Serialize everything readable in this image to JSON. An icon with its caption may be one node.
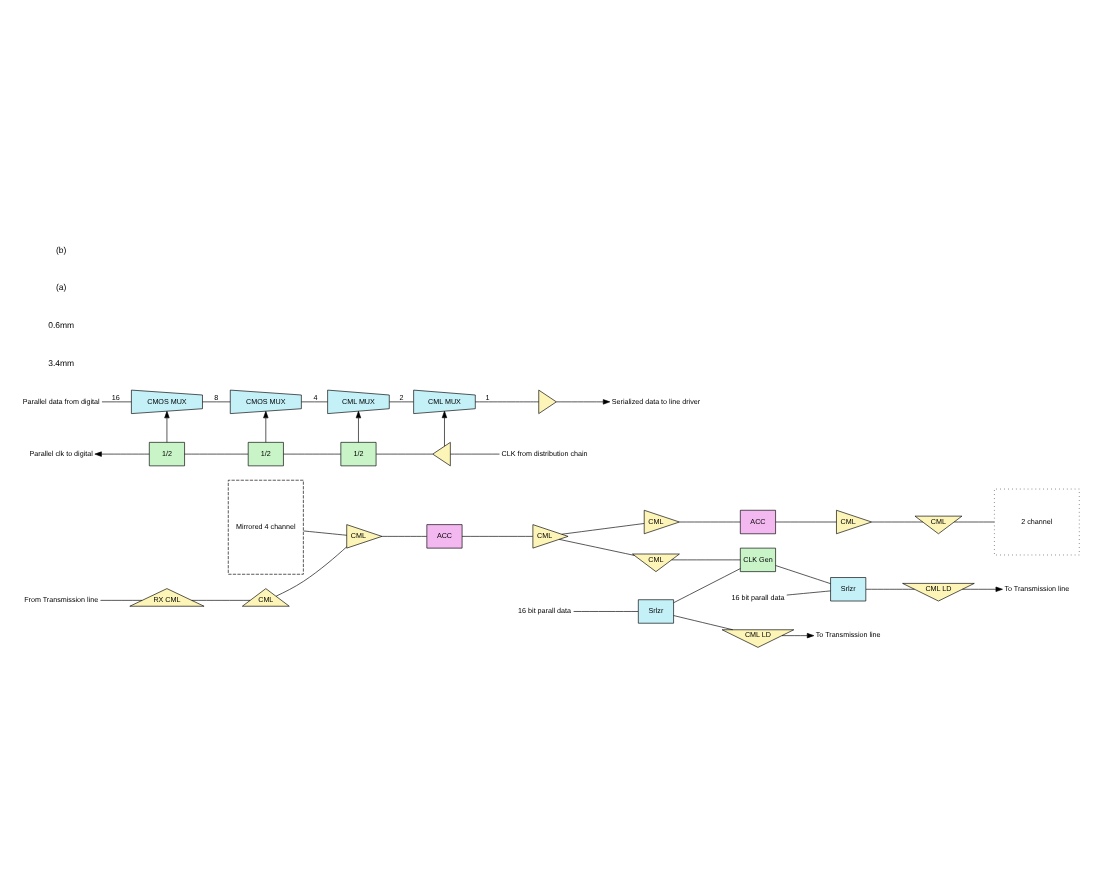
{
  "diagram": {
    "nodes": [
      {
        "text": [
          "Mirrored 4 channel"
        ]
      },
      {
        "text": [
          "CML"
        ]
      },
      {
        "text": [
          "ACC"
        ]
      },
      {
        "text": [
          "CML"
        ]
      },
      {
        "text": [
          "CML"
        ]
      },
      {
        "text": [
          "ACC"
        ]
      },
      {
        "text": [
          "CML"
        ]
      },
      {
        "text": [
          "CML"
        ]
      },
      {
        "text": [
          "CML"
        ]
      },
      {
        "text": [
          "2 channel"
        ]
      },
      {
        "text": [
          "CML"
        ]
      },
      {
        "text": [
          "RX CML"
        ]
      },
      {
        "text": [
          "From Transmission line"
        ]
      },
      {
        "text": [
          "16 bit parall data"
        ]
      },
      {
        "text": [
          "Srlzr"
        ]
      },
      {
        "text": [
          "CLK Gen"
        ]
      },
      {
        "text": [
          "16 bit parall data"
        ]
      },
      {
        "text": [
          "Srlzr"
        ]
      },
      {
        "text": [
          "CML LD"
        ]
      },
      {
        "text": [
          "CML LD"
        ]
      },
      {
        "text": [
          "To Transmission line"
        ]
      },
      {
        "text": [
          "To Transmission line"
        ]
      },
      {
        "text": [
          "Parallel data from digital"
        ]
      },
      {
        "text": [
          "CMOS MUX"
        ]
      },
      {
        "text": [
          "CMOS MUX"
        ]
      },
      {
        "text": [
          "CML MUX"
        ]
      },
      {
        "text": [
          "CML MUX"
        ]
      },
      {
        "text": [],
        "shape": "triangle"
      },
      {
        "text": [
          "Serialized data to line driver"
        ]
      },
      {
        "text": [
          "1/2"
        ]
      },
      {
        "text": [
          "1/2"
        ]
      },
      {
        "text": [
          "1/2"
        ]
      },
      {
        "text": [],
        "shape": "triangle"
      },
      {
        "text": [
          "CLK from distribution chain"
        ]
      },
      {
        "text": [
          "Parallel clk to digital"
        ]
      }
    ],
    "edges": [
      {
        "from": 12,
        "to": 11,
        "arrow": "none"
      },
      {
        "from": 11,
        "to": 10,
        "arrow": "none"
      },
      {
        "from": 0,
        "to": 1,
        "arrow": "none"
      },
      {
        "from": 10,
        "to": 1,
        "arrow": "none"
      },
      {
        "from": 1,
        "to": 2,
        "arrow": "none"
      },
      {
        "from": 2,
        "to": 3,
        "arrow": "none"
      },
      {
        "from": 3,
        "to": 4,
        "arrow": "none"
      },
      {
        "from": 3,
        "to": 7,
        "arrow": "none"
      },
      {
        "from": 7,
        "to": 15,
        "arrow": "none"
      },
      {
        "from": 4,
        "to": 5,
        "arrow": "none"
      },
      {
        "from": 5,
        "to": 6,
        "arrow": "none"
      },
      {
        "from": 6,
        "to": 8,
        "arrow": "none"
      },
      {
        "from": 8,
        "to": 9,
        "arrow": "none"
      },
      {
        "from": 13,
        "to": 14,
        "arrow": "none"
      },
      {
        "from": 15,
        "to": 14,
        "arrow": "none"
      },
      {
        "from": 15,
        "to": 17,
        "arrow": "none"
      },
      {
        "from": 16,
        "to": 17,
        "arrow": "none"
      },
      {
        "from": 14,
        "to": 18,
        "arrow": "none"
      },
      {
        "from": 17,
        "to": 19,
        "arrow": "none"
      },
      {
        "from": 18,
        "to": 20,
        "arrow": "to"
      },
      {
        "from": 19,
        "to": 21,
        "arrow": "to"
      },
      {
        "from": 22,
        "to": 23,
        "arrow": "none",
        "label": "16"
      },
      {
        "from": 23,
        "to": 24,
        "arrow": "none",
        "label": "8"
      },
      {
        "from": 24,
        "to": 25,
        "arrow": "none",
        "label": "4"
      },
      {
        "from": 25,
        "to": 26,
        "arrow": "none",
        "label": "2"
      },
      {
        "from": 26,
        "to": 27,
        "arrow": "none",
        "label": "1"
      },
      {
        "from": 27,
        "to": 28,
        "arrow": "to"
      },
      {
        "from": 33,
        "to": 32,
        "arrow": "none"
      },
      {
        "from": 32,
        "to": 26,
        "arrow": "to"
      },
      {
        "from": 32,
        "to": 31,
        "arrow": "none"
      },
      {
        "from": 31,
        "to": 25,
        "arrow": "to"
      },
      {
        "from": 31,
        "to": 30,
        "arrow": "none"
      },
      {
        "from": 30,
        "to": 24,
        "arrow": "to"
      },
      {
        "from": 30,
        "to": 29,
        "arrow": "none"
      },
      {
        "from": 29,
        "to": 23,
        "arrow": "to"
      },
      {
        "from": 29,
        "to": 34,
        "arrow": "to"
      }
    ],
    "labels": [
      "3.4mm",
      "0.6mm",
      "(a)",
      "(b)"
    ]
  }
}
